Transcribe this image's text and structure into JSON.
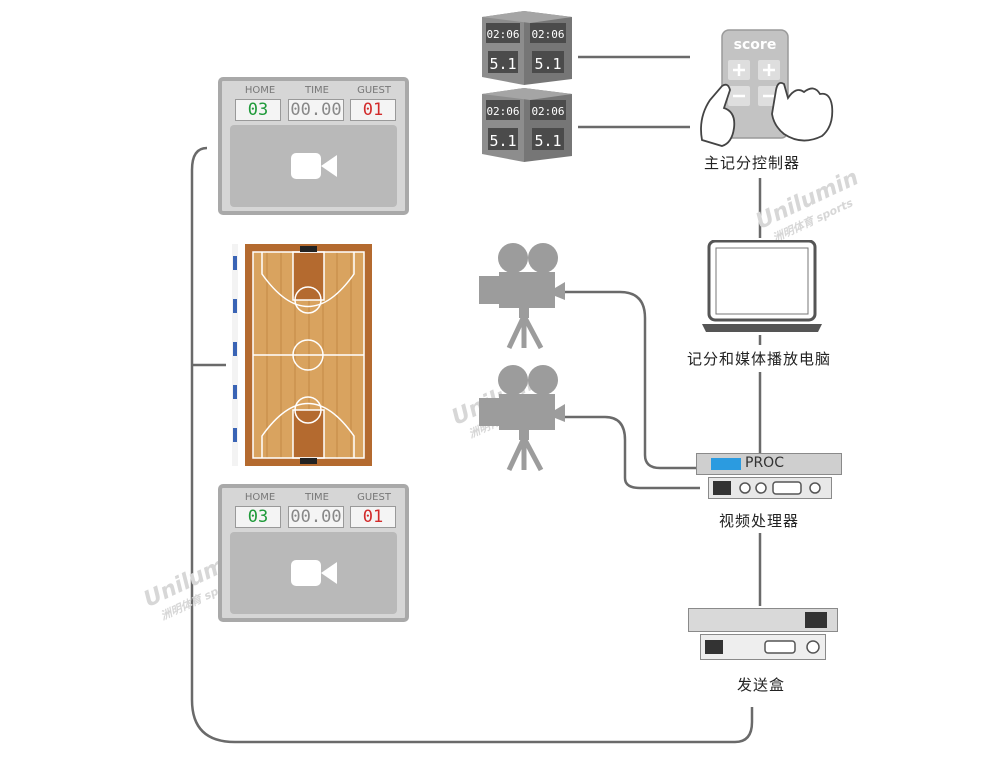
{
  "scoreboards": {
    "home_label": "HOME",
    "time_label": "TIME",
    "guest_label": "GUEST",
    "home_score": "03",
    "time_value": "00.00",
    "guest_score": "01"
  },
  "shot_clock_digits": {
    "top_a": "02:06",
    "top_b": "02:06",
    "bottom_a": "5.1",
    "bottom_b": "5.1"
  },
  "controller": {
    "keypad_title": "score",
    "label": "主记分控制器"
  },
  "laptop": {
    "label": "记分和媒体播放电脑"
  },
  "processor": {
    "brand": "PROC",
    "label": "视频处理器"
  },
  "sender": {
    "label": "发送盒"
  },
  "watermark": {
    "brand": "Unilumin",
    "sub": "洲明体育 sports"
  },
  "colors": {
    "home_green": "#1f9a3a",
    "guest_red": "#d22b2b",
    "proc_blue": "#2b9be0",
    "line_gray": "#6a6a6a"
  }
}
